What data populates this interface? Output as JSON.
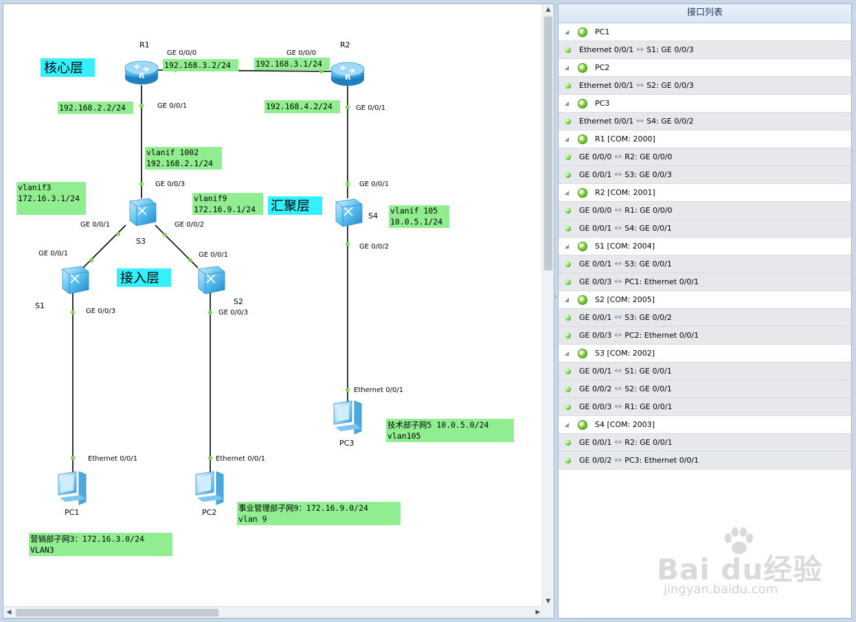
{
  "topology": {
    "devices": [
      {
        "id": "R1",
        "label": "R1",
        "kind": "router"
      },
      {
        "id": "R2",
        "label": "R2",
        "kind": "router"
      },
      {
        "id": "S3",
        "label": "S3",
        "kind": "switch"
      },
      {
        "id": "S4",
        "label": "S4",
        "kind": "switch"
      },
      {
        "id": "S1",
        "label": "S1",
        "kind": "switch"
      },
      {
        "id": "S2",
        "label": "S2",
        "kind": "switch"
      },
      {
        "id": "PC1",
        "label": "PC1",
        "kind": "pc"
      },
      {
        "id": "PC2",
        "label": "PC2",
        "kind": "pc"
      },
      {
        "id": "PC3",
        "label": "PC3",
        "kind": "pc"
      }
    ],
    "port_labels": [
      "GE 0/0/0",
      "GE 0/0/0",
      "GE 0/0/1",
      "GE 0/0/1",
      "GE 0/0/3",
      "GE 0/0/1",
      "GE 0/0/1",
      "GE 0/0/2",
      "GE 0/0/2",
      "GE 0/0/1",
      "GE 0/0/1",
      "GE 0/0/3",
      "GE 0/0/3",
      "Ethernet 0/0/1",
      "Ethernet 0/0/1",
      "Ethernet 0/0/1"
    ],
    "ip_labels": [
      {
        "lines": [
          "192.168.3.2/24"
        ]
      },
      {
        "lines": [
          "192.168.3.1/24"
        ]
      },
      {
        "lines": [
          "192.168.2.2/24"
        ]
      },
      {
        "lines": [
          "192.168.4.2/24"
        ]
      },
      {
        "lines": [
          "vlanif 1002",
          "192.168.2.1/24"
        ]
      },
      {
        "lines": [
          "vlanif3",
          "172.16.3.1/24"
        ]
      },
      {
        "lines": [
          "vlanif9",
          "172.16.9.1/24"
        ]
      },
      {
        "lines": [
          "vlanif 105",
          "10.0.5.1/24"
        ]
      },
      {
        "lines": [
          "技术部子网5 10.0.5.0/24",
          "vlan105"
        ]
      },
      {
        "lines": [
          "事业管理部子网9：172.16.9.0/24",
          "vlan 9"
        ]
      },
      {
        "lines": [
          "营销部子网3：172.16.3.0/24",
          "VLAN3"
        ]
      }
    ],
    "layer_labels": [
      "核心层",
      "汇聚层",
      "接入层"
    ],
    "colors": {
      "ip_box": "#90ee90",
      "layer_box": "#33f0ff",
      "link": "#000000",
      "port_dot": "#7bd34a",
      "router": "#4fb6ea",
      "switch": "#3aa7e0"
    }
  },
  "panel": {
    "title": "接口列表",
    "rows": [
      {
        "type": "device",
        "name": "PC1"
      },
      {
        "type": "link",
        "local": "Ethernet 0/0/1",
        "remote": "S1: GE 0/0/3"
      },
      {
        "type": "device",
        "name": "PC2"
      },
      {
        "type": "link",
        "local": "Ethernet 0/0/1",
        "remote": "S2: GE 0/0/3"
      },
      {
        "type": "device",
        "name": "PC3"
      },
      {
        "type": "link",
        "local": "Ethernet 0/0/1",
        "remote": "S4: GE 0/0/2"
      },
      {
        "type": "device",
        "name": "R1 [COM: 2000]"
      },
      {
        "type": "link",
        "local": "GE 0/0/0",
        "remote": "R2: GE 0/0/0"
      },
      {
        "type": "link",
        "local": "GE 0/0/1",
        "remote": "S3: GE 0/0/3"
      },
      {
        "type": "device",
        "name": "R2 [COM: 2001]"
      },
      {
        "type": "link",
        "local": "GE 0/0/0",
        "remote": "R1: GE 0/0/0"
      },
      {
        "type": "link",
        "local": "GE 0/0/1",
        "remote": "S4: GE 0/0/1"
      },
      {
        "type": "device",
        "name": "S1 [COM: 2004]"
      },
      {
        "type": "link",
        "local": "GE 0/0/1",
        "remote": "S3: GE 0/0/1"
      },
      {
        "type": "link",
        "local": "GE 0/0/3",
        "remote": "PC1: Ethernet 0/0/1"
      },
      {
        "type": "device",
        "name": "S2 [COM: 2005]"
      },
      {
        "type": "link",
        "local": "GE 0/0/1",
        "remote": "S3: GE 0/0/2"
      },
      {
        "type": "link",
        "local": "GE 0/0/3",
        "remote": "PC2: Ethernet 0/0/1"
      },
      {
        "type": "device",
        "name": "S3 [COM: 2002]"
      },
      {
        "type": "link",
        "local": "GE 0/0/1",
        "remote": "S1: GE 0/0/1"
      },
      {
        "type": "link",
        "local": "GE 0/0/2",
        "remote": "S2: GE 0/0/1"
      },
      {
        "type": "link",
        "local": "GE 0/0/3",
        "remote": "R1: GE 0/0/1"
      },
      {
        "type": "device",
        "name": "S4 [COM: 2003]"
      },
      {
        "type": "link",
        "local": "GE 0/0/1",
        "remote": "R2: GE 0/0/1"
      },
      {
        "type": "link",
        "local": "GE 0/0/2",
        "remote": "PC3: Ethernet 0/0/1"
      }
    ],
    "arrow_glyph": "↔"
  },
  "watermark": {
    "main": "Bai du经验",
    "sub": "jingyan.baidu.com"
  }
}
